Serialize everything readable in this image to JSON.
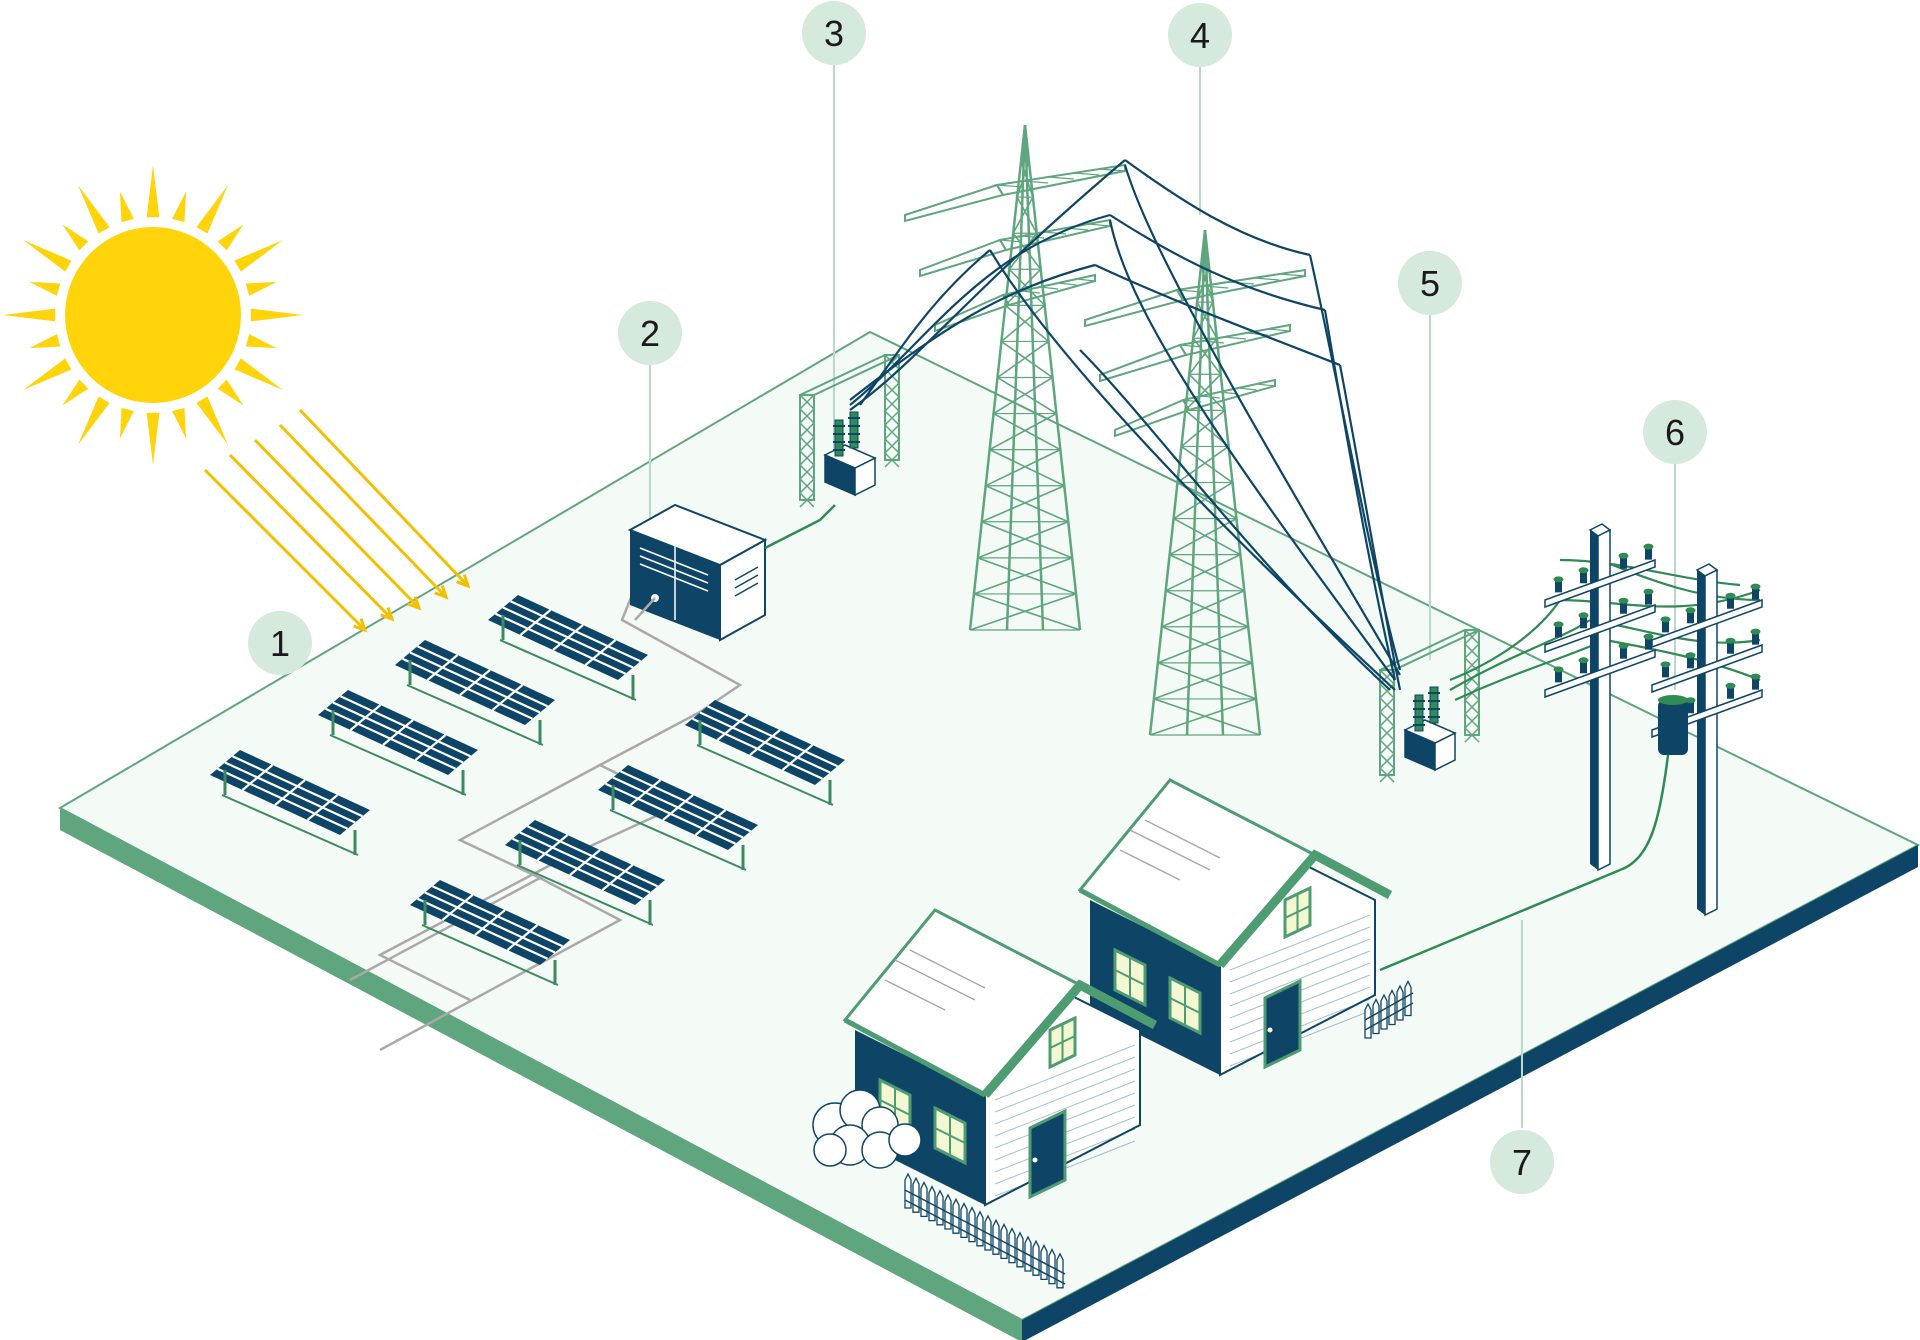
{
  "colors": {
    "background": "#ffffff",
    "ground": "#f4faf6",
    "ground_stroke": "#5fa57e",
    "edge_left": "#5fa57e",
    "edge_right": "#0e4566",
    "sun": "#ffd40a",
    "ray": "#f2c000",
    "panel": "#0e4566",
    "panel_grid": "#ffffff",
    "tower": "#5fa57e",
    "tower_dark": "#3d8a62",
    "wire": "#0e4566",
    "wire_green": "#2f8a54",
    "house_dark": "#0e4566",
    "house_light": "#ffffff",
    "window": "#f3f7d2",
    "roof": "#ffffff",
    "roof_trim": "#4e9d72",
    "marker_fill": "#d5e9dd",
    "marker_text": "#1a1a1a",
    "leader": "#b9dac6",
    "cable": "#a9a9a9",
    "inverter": "#0e4566"
  },
  "markers": [
    {
      "id": "1",
      "label": "1"
    },
    {
      "id": "2",
      "label": "2"
    },
    {
      "id": "3",
      "label": "3"
    },
    {
      "id": "4",
      "label": "4"
    },
    {
      "id": "5",
      "label": "5"
    },
    {
      "id": "6",
      "label": "6"
    },
    {
      "id": "7",
      "label": "7"
    }
  ],
  "icons": {
    "sun": "sun-icon",
    "solar_array": "solar-panel-icon",
    "inverter": "inverter-icon",
    "substation": "substation-icon",
    "transmission_tower": "transmission-tower-icon",
    "utility_pole": "utility-pole-icon",
    "house": "house-icon"
  }
}
